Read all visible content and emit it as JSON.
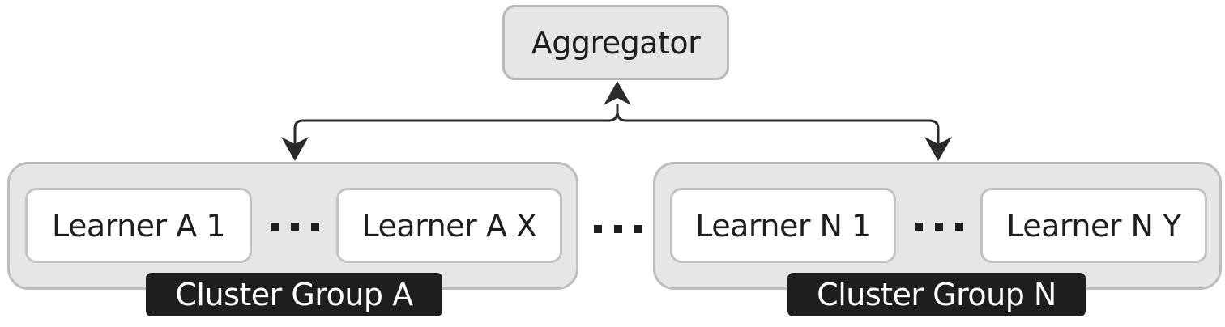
{
  "aggregator": {
    "label": "Aggregator"
  },
  "clusters": [
    {
      "group_label": "Cluster Group A",
      "learners": [
        {
          "label": "Learner A 1"
        },
        {
          "label": "Learner A X"
        }
      ]
    },
    {
      "group_label": "Cluster Group N",
      "learners": [
        {
          "label": "Learner N 1"
        },
        {
          "label": "Learner N Y"
        }
      ]
    }
  ],
  "colors": {
    "box_fill": "#e6e6e6",
    "box_border": "#b9b9b9",
    "learner_fill": "#ffffff",
    "label_fill": "#1e1e1e",
    "label_text": "#ffffff",
    "arrow": "#2b2b2b"
  },
  "icons": {
    "ellipsis": "ellipsis-icon",
    "arrowhead": "arrowhead-icon"
  }
}
